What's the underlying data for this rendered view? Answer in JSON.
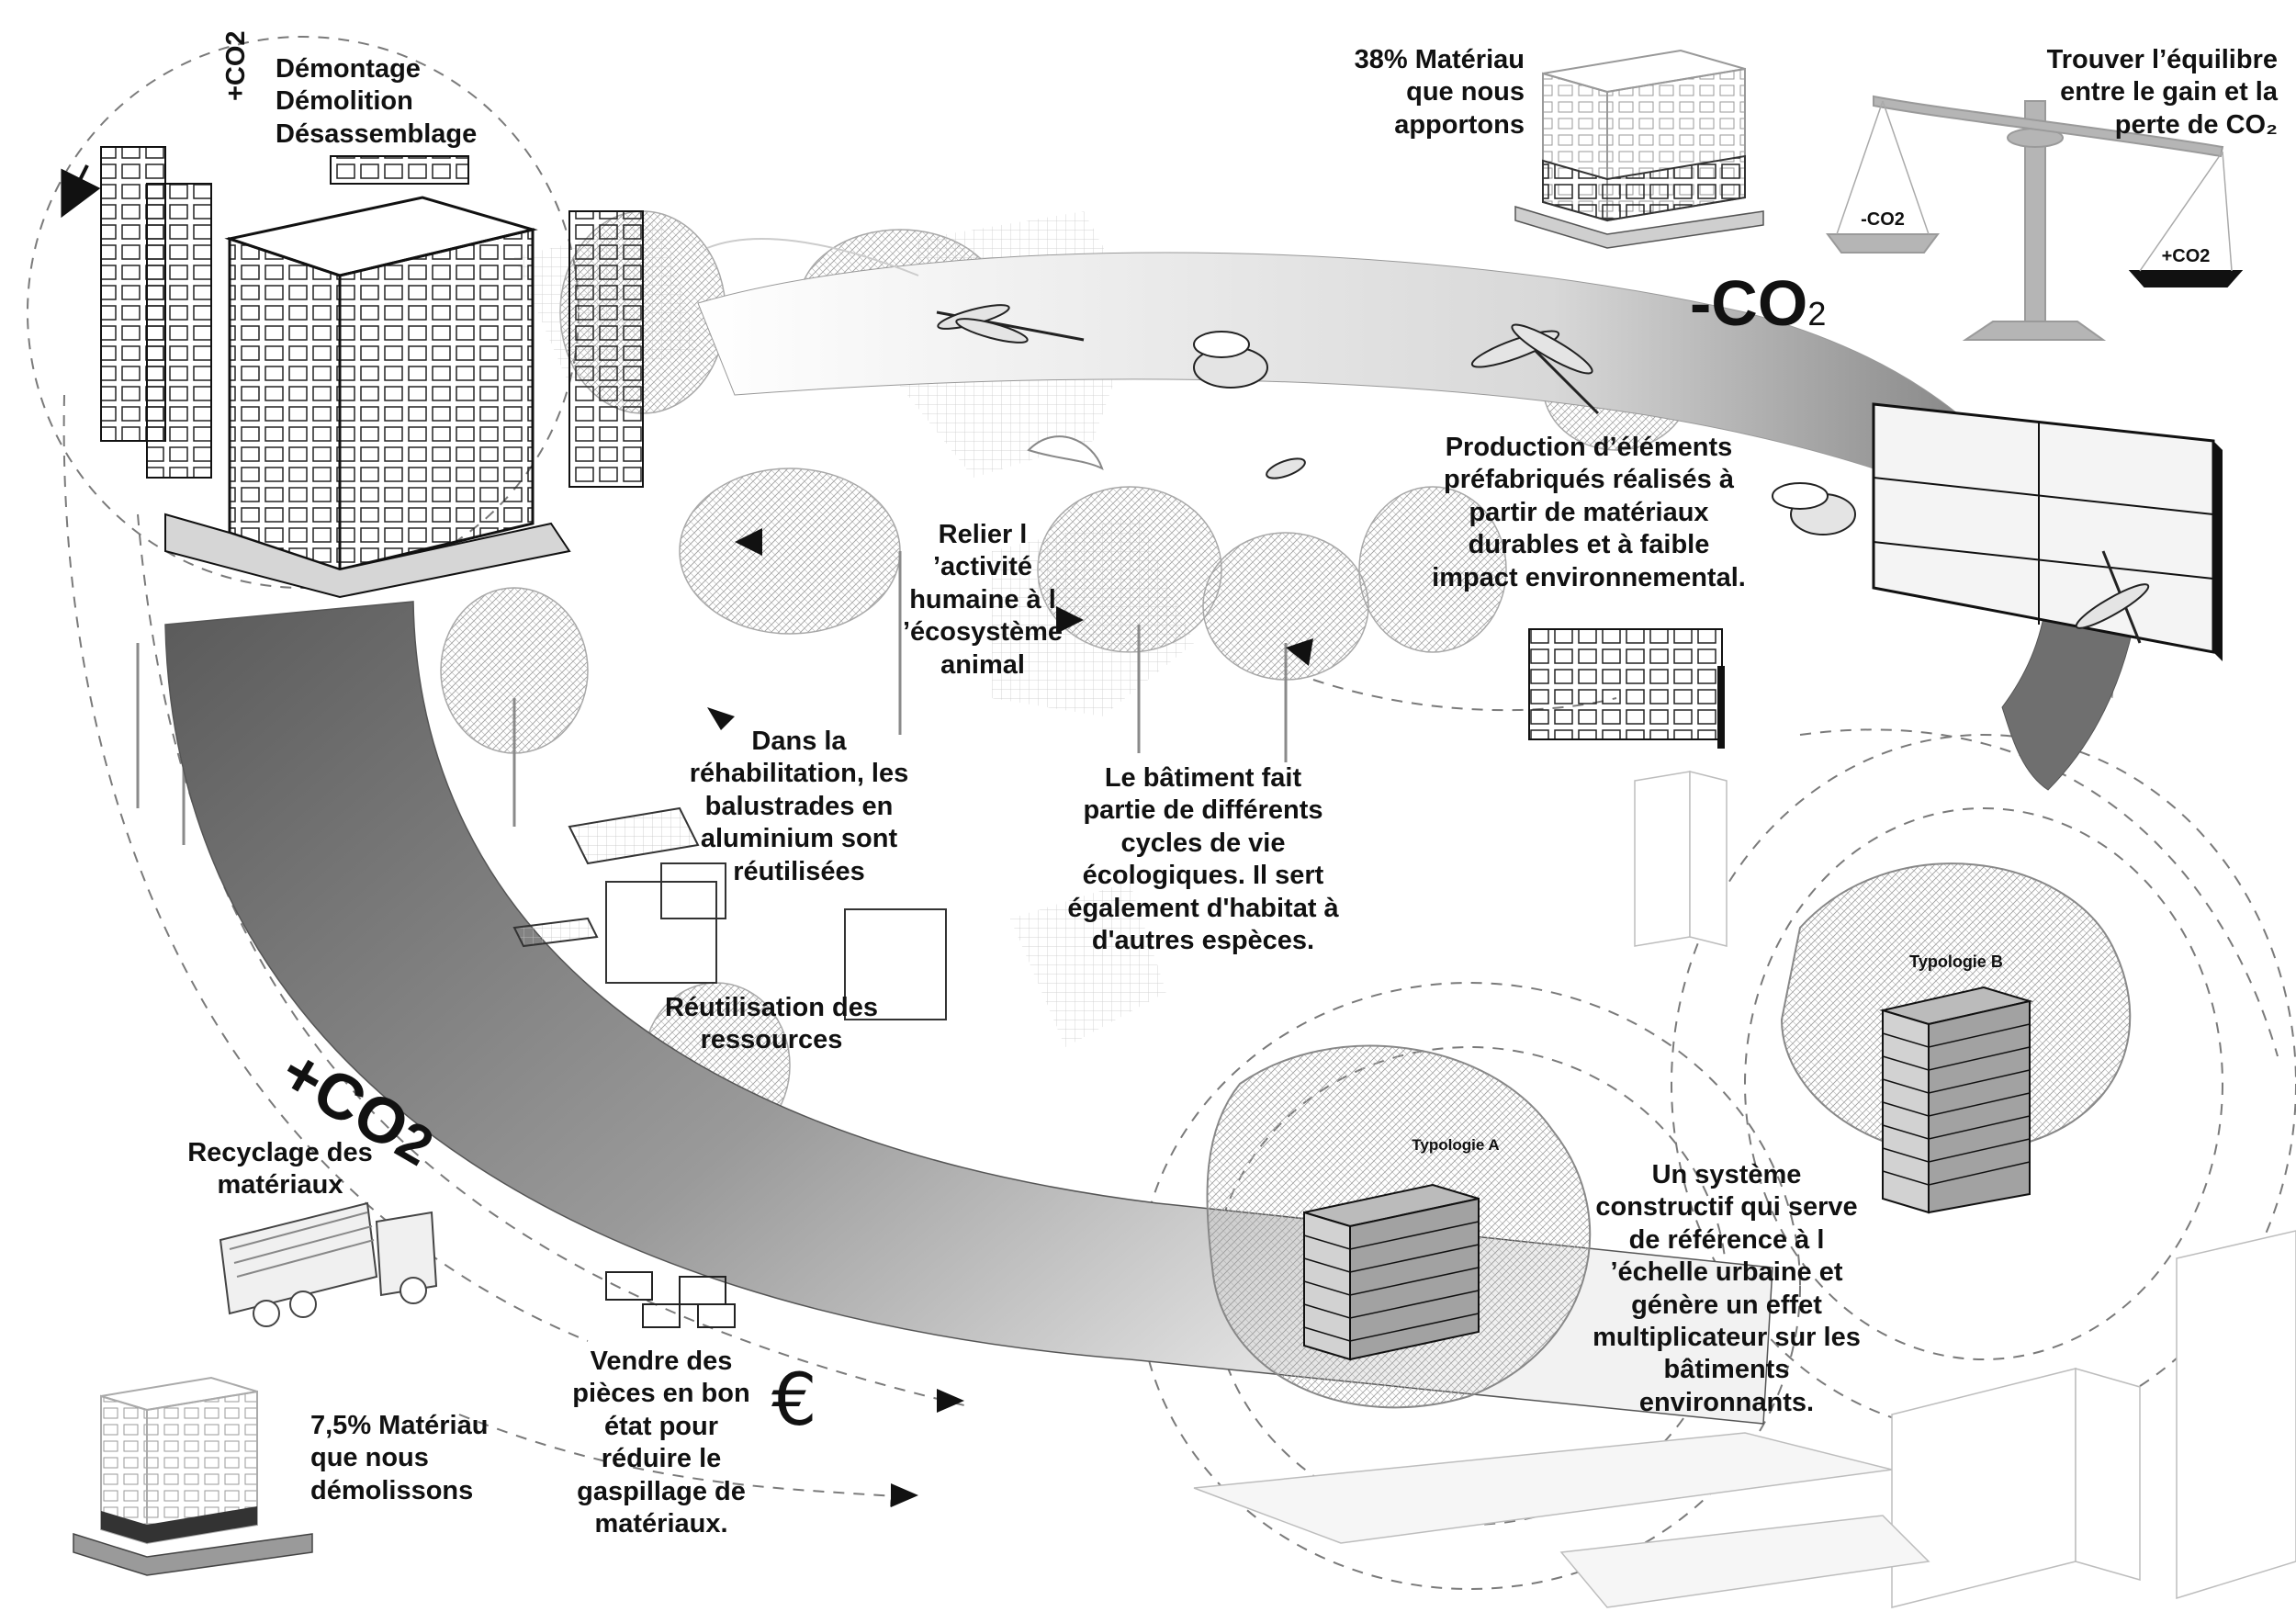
{
  "labels": {
    "demolition": [
      "Démontage",
      "Démolition",
      "Désassemblage"
    ],
    "demolition_co2": "+CO2",
    "material_brought": [
      "38% Matériau",
      "que nous",
      "apportons"
    ],
    "balance": [
      "Trouver l’équilibre",
      "entre le gain et la",
      "perte de CO₂"
    ],
    "scale_minus": "-CO2",
    "scale_plus": "+CO2",
    "minus_co2": "-CO",
    "minus_co2_sub": "2",
    "plus_co2": "+CO",
    "plus_co2_sub": "2",
    "production": [
      "Production d’éléments",
      "préfabriqués réalisés à",
      "partir de matériaux",
      "durables et à faible",
      "impact environnemental."
    ],
    "connect": [
      "Relier l",
      "’activité",
      "humaine à l",
      "’écosystème",
      "animal"
    ],
    "rehab": [
      "Dans la",
      "réhabilitation, les",
      "balustrades en",
      "aluminium sont",
      "réutilisées"
    ],
    "lifecycle": [
      "Le bâtiment fait",
      "partie de différents",
      "cycles de vie",
      "écologiques. Il sert",
      "également d'habitat à",
      "d'autres espèces."
    ],
    "reuse": [
      "Réutilisation des",
      "ressources"
    ],
    "recycling": [
      "Recyclage des",
      "matériaux"
    ],
    "typologie_a": "Typologie A",
    "typologie_b": "Typologie B",
    "system": [
      "Un système",
      "constructif qui serve",
      "de référence à l",
      "’échelle urbaine et",
      "génère un effet",
      "multiplicateur sur les",
      "bâtiments",
      "environnants."
    ],
    "sell": [
      "Vendre des",
      "pièces en bon",
      "état pour",
      "réduire le",
      "gaspillage de",
      "matériaux."
    ],
    "euro": "€",
    "demolished": [
      "7,5% Matériau",
      "que nous",
      "démolissons"
    ]
  },
  "colors": {
    "ink": "#111111",
    "band_dark": "#5a5a5a",
    "band_light": "#e6e6e6",
    "vegetation": "#bdbdbd",
    "scale": "#b5b5b5"
  }
}
